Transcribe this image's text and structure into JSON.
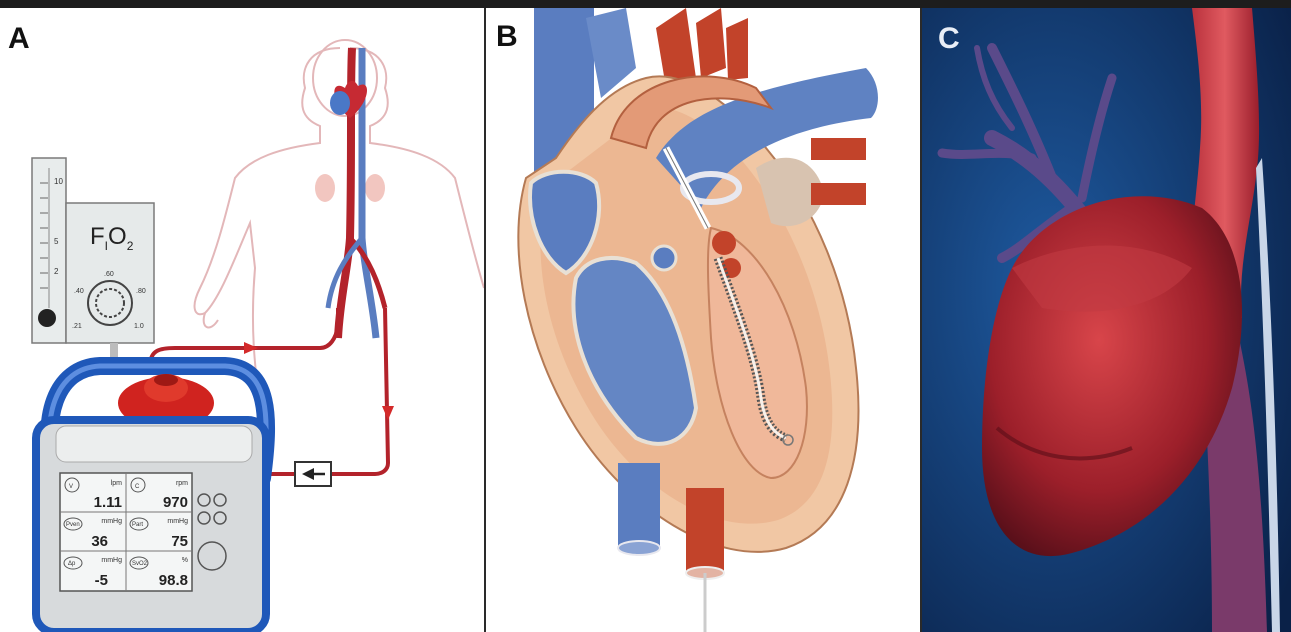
{
  "panels": {
    "a": {
      "label": "A"
    },
    "b": {
      "label": "B"
    },
    "c": {
      "label": "C"
    }
  },
  "fio2": {
    "title_f": "F",
    "title_sub_i": "I",
    "title_o": "O",
    "title_sub_2": "2",
    "dial_top": ".60",
    "dial_left": ".40",
    "dial_right": ".80",
    "dial_bottom_left": ".21",
    "dial_bottom_right": "1.0"
  },
  "flowmeter": {
    "top_value": "10",
    "mid_value": "5",
    "low_value": "2"
  },
  "monitor": {
    "cells": [
      {
        "icon": "V",
        "unit": "lpm",
        "value": "1.11"
      },
      {
        "icon": "C",
        "unit": "rpm",
        "value": "970"
      },
      {
        "icon": "Pven",
        "unit": "mmHg",
        "value": "36"
      },
      {
        "icon": "Part",
        "unit": "mmHg",
        "value": "75"
      },
      {
        "icon": "Δp",
        "unit": "mmHg",
        "value": "-5"
      },
      {
        "icon": "SvO2",
        "unit": "%",
        "value": "98.8"
      }
    ]
  },
  "colors": {
    "blood_red": "#b3232b",
    "vein_blue": "#5a7dc0",
    "device_blue": "#1f58b9",
    "bg_panel_c": "#0d2c5c"
  }
}
